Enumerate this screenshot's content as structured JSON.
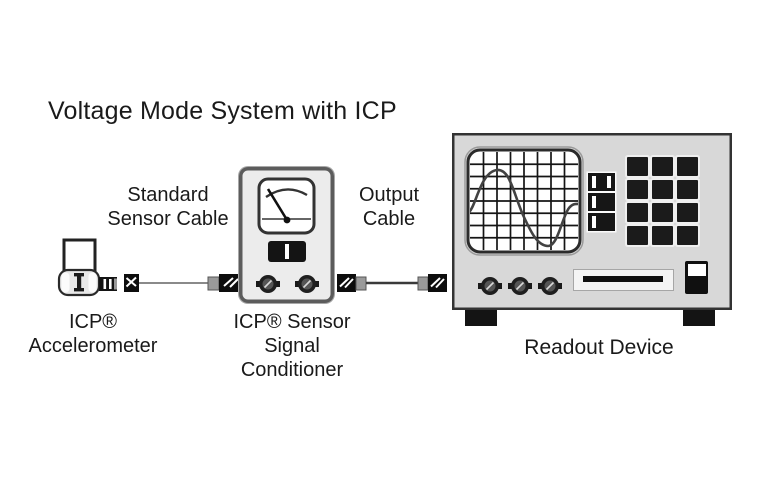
{
  "title": "Voltage Mode System with ICP",
  "labels": {
    "sensor_cable": "Standard\nSensor Cable",
    "output_cable": "Output\nCable",
    "accelerometer": "ICP®\nAccelerometer",
    "conditioner": "ICP® Sensor\nSignal\nConditioner",
    "readout_device": "Readout Device"
  },
  "colors": {
    "background": "#ffffff",
    "text": "#1a1a1a",
    "conditioner_fill": "#ececec",
    "readout_fill": "#d8d8d8",
    "outline_dark": "#333333",
    "button_dark": "#161616",
    "screen_fill": "#ffffff",
    "cable_gray": "#8a8a8a"
  }
}
